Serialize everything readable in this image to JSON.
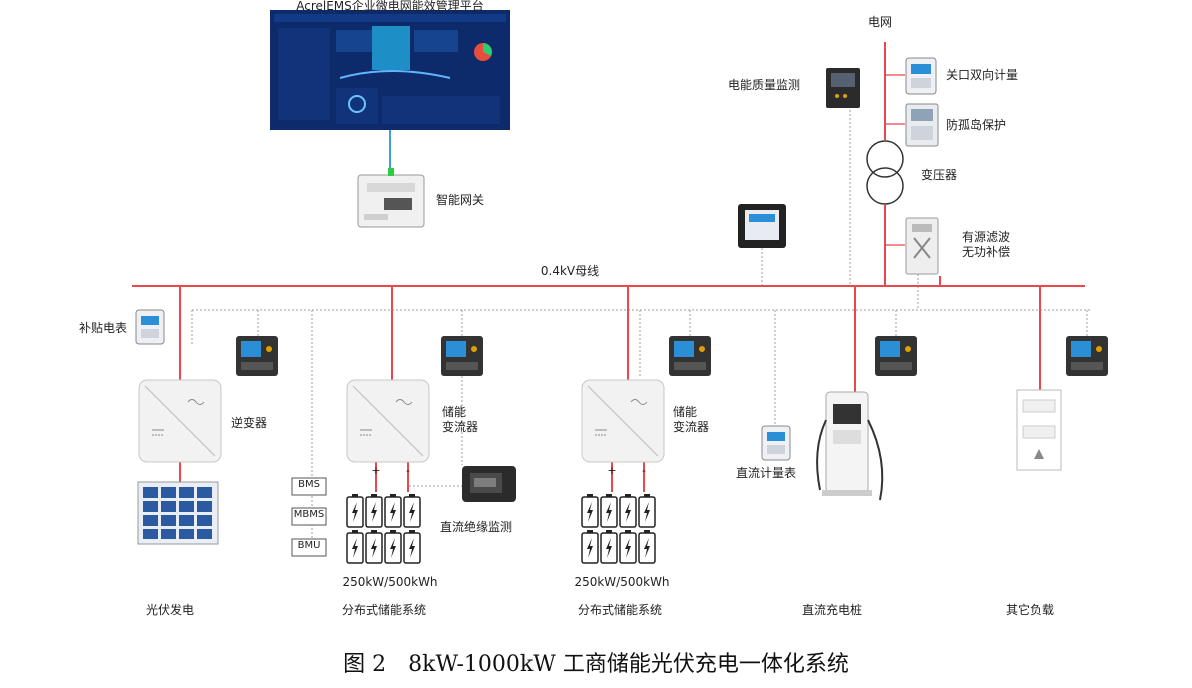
{
  "platform": {
    "title": "AcrelEMS企业微电网能效管理平台",
    "screen_bg": "#0d2a6b"
  },
  "grid": {
    "label": "电网"
  },
  "devices": {
    "power_quality_monitor": "电能质量监测",
    "gateway_meter": "关口双向计量",
    "anti_islanding": "防孤岛保护",
    "transformer": "变压器",
    "filter_compensation": "有源滤波\n无功补偿",
    "smart_gateway": "智能网关",
    "subsidy_meter": "补贴电表",
    "inverter": "逆变器",
    "pcs_1": "储能\n变流器",
    "pcs_2": "储能\n变流器",
    "dc_insulation_monitor": "直流绝缘监测",
    "dc_meter": "直流计量表"
  },
  "bus": {
    "label": "0.4kV母线",
    "color": "#e8474e"
  },
  "bms_stack": [
    "BMS",
    "MBMS",
    "BMU"
  ],
  "polarity": {
    "plus": "+",
    "minus": "-"
  },
  "battery_capacity": {
    "left": "250kW/500kWh",
    "right": "250kW/500kWh"
  },
  "sections": {
    "pv": "光伏发电",
    "storage_1": "分布式储能系统",
    "storage_2": "分布式储能系统",
    "dc_charger": "直流充电桩",
    "other_load": "其它负载"
  },
  "caption": "图 2　8kW-1000kW 工商储能光伏充电一体化系统",
  "colors": {
    "power_line": "#e8474e",
    "comm_line": "#9e9e9e",
    "uplink": "#3aa0e0",
    "meter_screen": "#2a8fd6"
  }
}
